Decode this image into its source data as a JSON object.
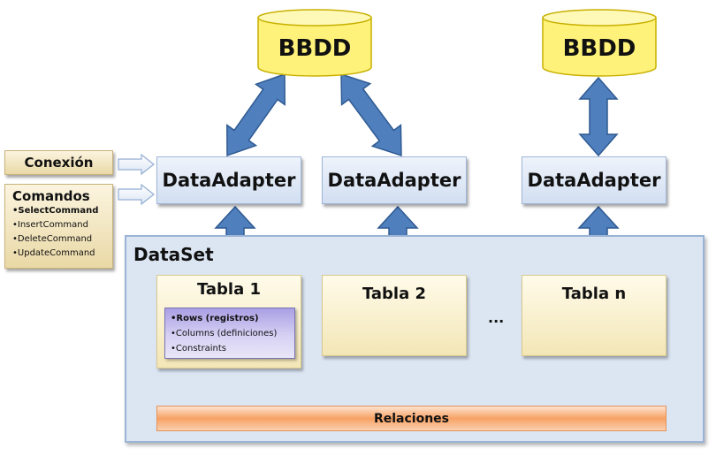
{
  "databases": [
    {
      "label": "BBDD"
    },
    {
      "label": "BBDD"
    }
  ],
  "adapters": [
    {
      "label": "DataAdapter"
    },
    {
      "label": "DataAdapter"
    },
    {
      "label": "DataAdapter"
    }
  ],
  "conexion": {
    "label": "Conexión"
  },
  "comandos": {
    "title": "Comandos",
    "items": [
      "•SelectCommand",
      "•InsertCommand",
      "•DeleteCommand",
      "•UpdateCommand"
    ]
  },
  "dataset": {
    "title": "DataSet"
  },
  "tablas": [
    {
      "title": "Tabla 1"
    },
    {
      "title": "Tabla 2"
    },
    {
      "title": "Tabla n"
    }
  ],
  "tabla1_items": [
    "•Rows (registros)",
    "•Columns (definiciones)",
    "•Constraints"
  ],
  "ellipsis": "...",
  "relaciones": {
    "label": "Relaciones"
  },
  "colors": {
    "arrow_fill": "#4f7fbd",
    "arrow_stroke": "#2f5a92",
    "db_fill": "#fff27a",
    "db_top": "#fff9b8",
    "db_stroke": "#c8b000"
  }
}
